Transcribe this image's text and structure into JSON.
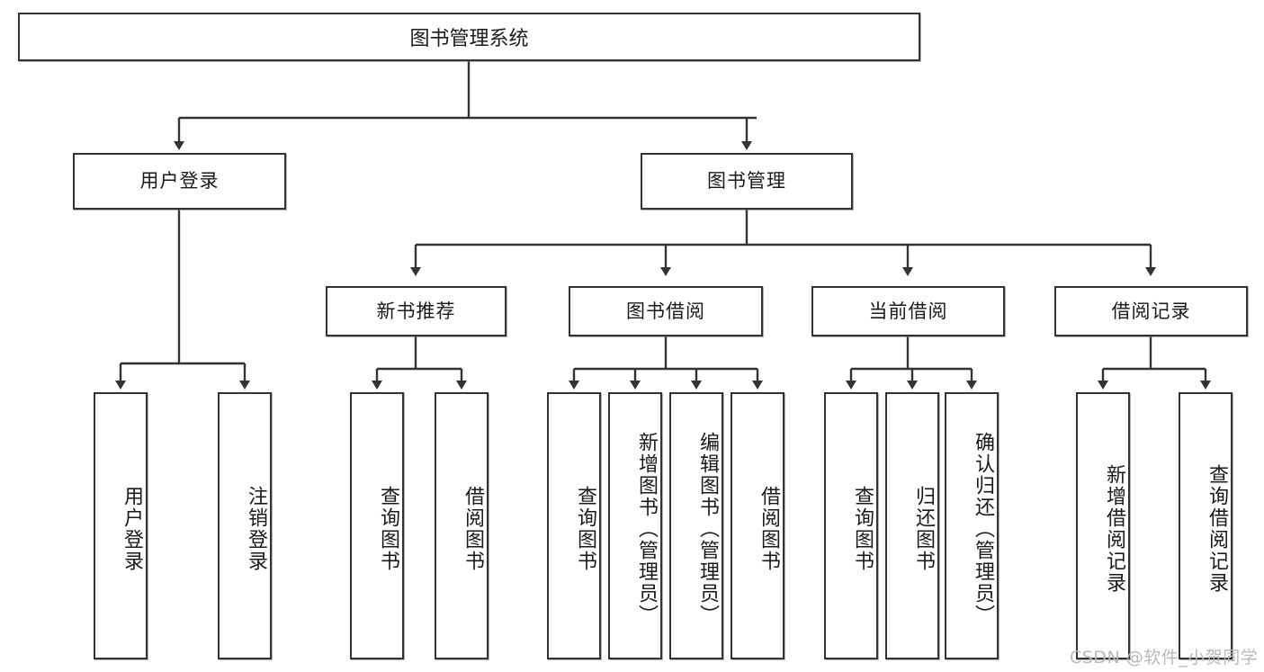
{
  "diagram": {
    "title": "图书管理系统",
    "type": "tree-hierarchy",
    "root": {
      "label": "图书管理系统"
    },
    "level2": [
      {
        "label": "用户登录"
      },
      {
        "label": "图书管理"
      }
    ],
    "level3": [
      {
        "label": "新书推荐"
      },
      {
        "label": "图书借阅"
      },
      {
        "label": "当前借阅"
      },
      {
        "label": "借阅记录"
      }
    ],
    "leaves": {
      "user_login": [
        {
          "label": "用户登录"
        },
        {
          "label": "注销登录"
        }
      ],
      "new_book_recommend": [
        {
          "label": "查询图书"
        },
        {
          "label": "借阅图书"
        }
      ],
      "book_borrow": [
        {
          "label": "查询图书"
        },
        {
          "label": "新增图书（管理员）"
        },
        {
          "label": "编辑图书（管理员）"
        },
        {
          "label": "借阅图书"
        }
      ],
      "current_borrow": [
        {
          "label": "查询图书"
        },
        {
          "label": "归还图书"
        },
        {
          "label": "确认归还（管理员）"
        }
      ],
      "borrow_record": [
        {
          "label": "新增借阅记录"
        },
        {
          "label": "查询借阅记录"
        }
      ]
    }
  },
  "watermark": {
    "text": "CSDN @软件_小贺同学"
  },
  "colors": {
    "stroke": "#333333",
    "box_fill": "#ffffff",
    "text": "#1a1a1a",
    "watermark": "#b9b9b9"
  }
}
